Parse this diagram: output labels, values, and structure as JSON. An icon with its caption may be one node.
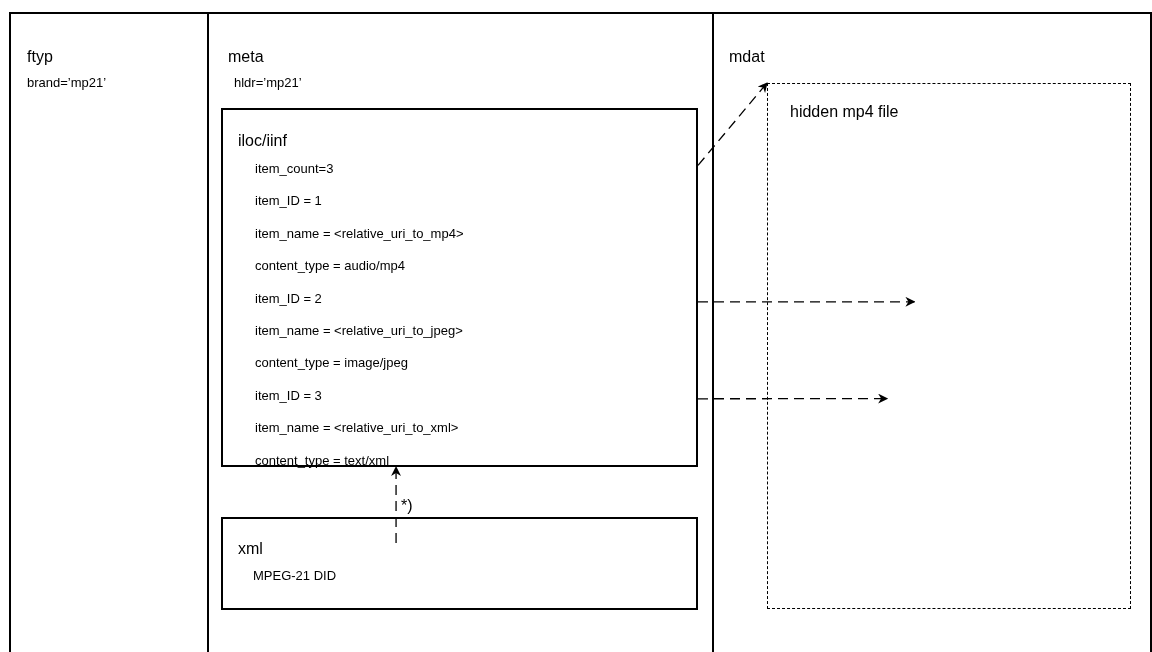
{
  "diagram": {
    "nodes": [
      {
        "text": [
          "ftyp",
          "brand=’mp21’"
        ]
      },
      {
        "text": [
          "meta",
          "hldr=’mp21’"
        ]
      },
      {
        "text": [
          "iloc/iinf",
          "item_count=3",
          "item_ID = 1",
          "item_name = <relative_uri_to_mp4>",
          "content_type = audio/mp4",
          "item_ID = 2",
          "item_name = <relative_uri_to_jpeg>",
          "content_type = image/jpeg",
          "item_ID = 3",
          "item_name = <relative_uri_to_xml>",
          "content_type = text/xml"
        ],
        "in": 1
      },
      {
        "text": [
          "xml",
          "MPEG-21 DID"
        ],
        "in": 1
      },
      {
        "text": [
          "mdat"
        ]
      },
      {
        "text": [
          "hidden mp4 file"
        ],
        "in": 4
      }
    ],
    "edges": [
      {
        "from": 2,
        "to": 5,
        "arrow": "to",
        "style": "dashed"
      },
      {
        "from": 2,
        "to": 5,
        "arrow": "to",
        "style": "dashed"
      },
      {
        "from": 2,
        "to": 5,
        "arrow": "to",
        "style": "dashed"
      },
      {
        "from": 3,
        "to": 2,
        "arrow": "to",
        "style": "dashed",
        "label": "*)"
      }
    ]
  }
}
